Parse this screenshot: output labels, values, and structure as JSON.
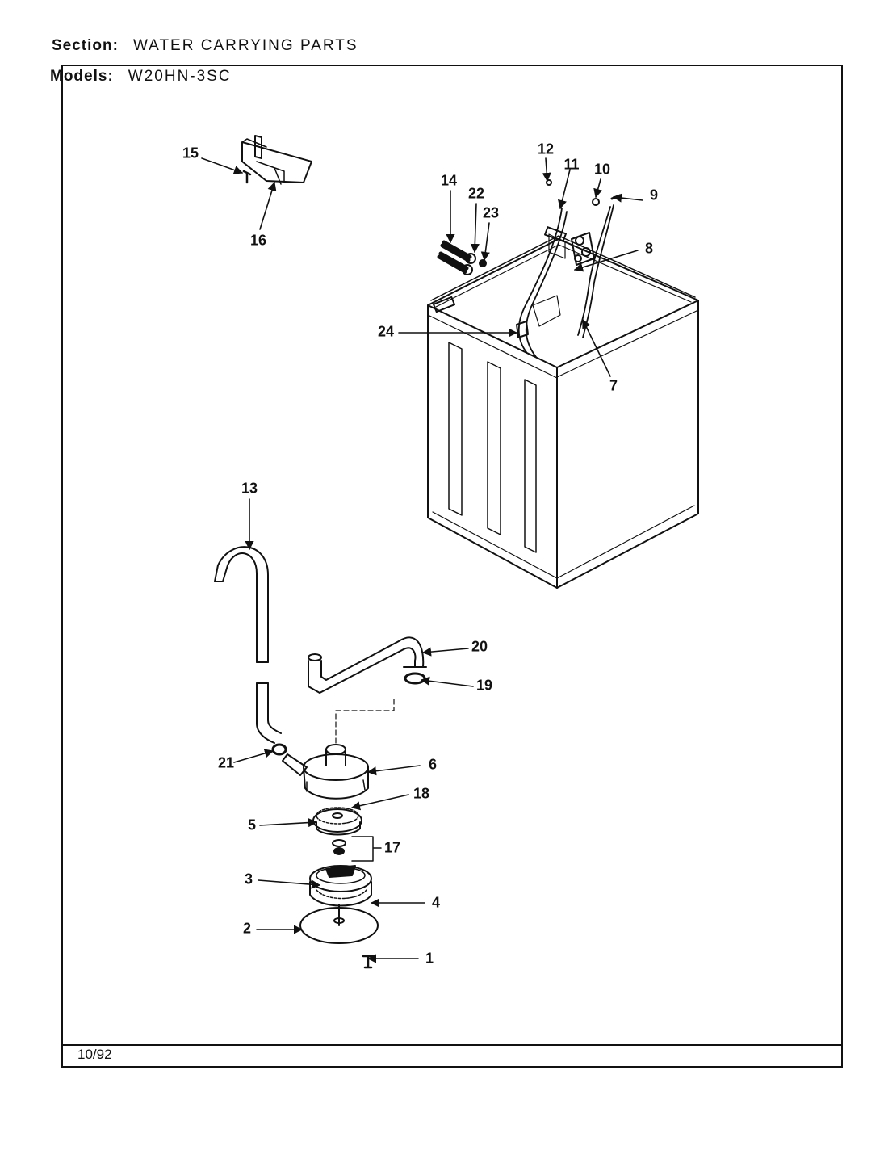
{
  "header": {
    "section_label": "Section:",
    "section_value": "WATER CARRYING PARTS",
    "models_label": "Models:",
    "models_value": "W20HN-3SC"
  },
  "footer": {
    "date": "10/92"
  },
  "callouts": [
    "1",
    "2",
    "3",
    "4",
    "5",
    "6",
    "7",
    "8",
    "9",
    "10",
    "11",
    "12",
    "13",
    "14",
    "15",
    "16",
    "17",
    "18",
    "19",
    "20",
    "21",
    "22",
    "23",
    "24"
  ]
}
